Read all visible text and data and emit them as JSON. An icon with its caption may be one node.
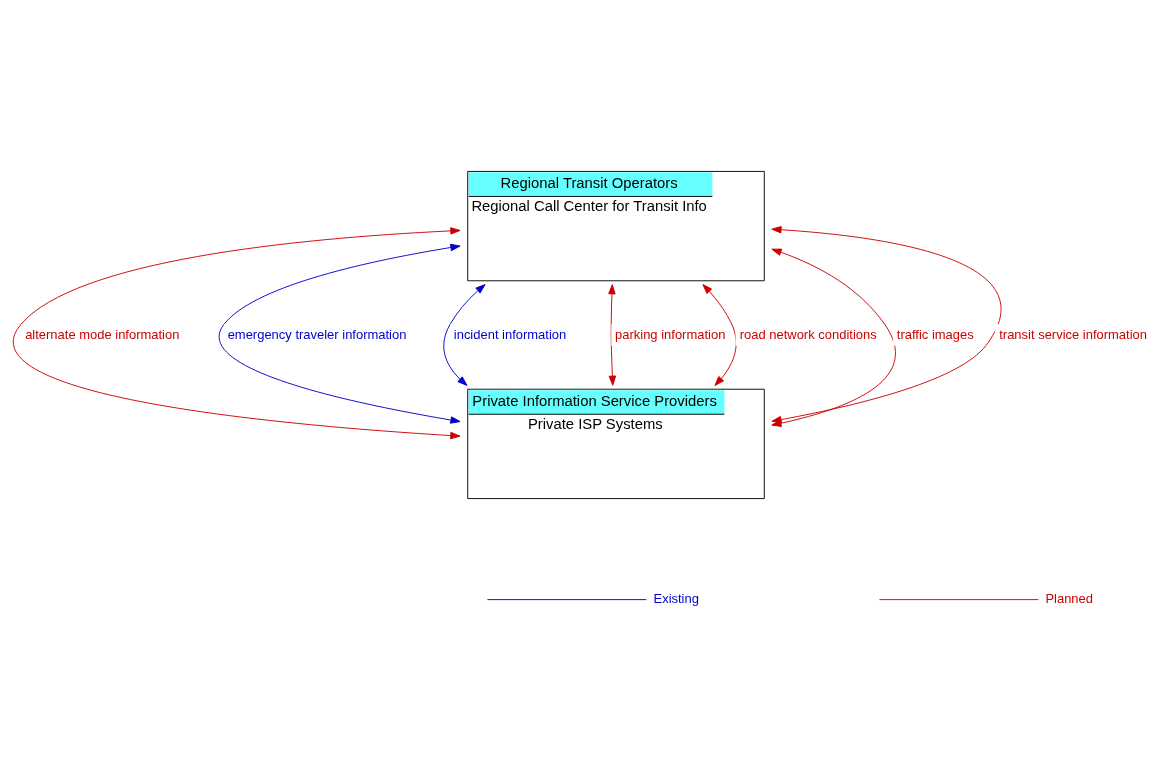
{
  "diagram": {
    "nodes": [
      {
        "text": [
          "Regional Transit Operators",
          "Regional Call Center for Transit Info"
        ]
      },
      {
        "text": [
          "Private Information Service Providers",
          "Private ISP Systems"
        ]
      }
    ],
    "edges": [
      {
        "from": 0,
        "to": 1,
        "arrow": "both",
        "label": "alternate mode information"
      },
      {
        "from": 0,
        "to": 1,
        "arrow": "both",
        "label": "emergency traveler information",
        "color": "#0000cc"
      },
      {
        "from": 0,
        "to": 1,
        "arrow": "both",
        "label": "incident information",
        "color": "#0000cc"
      },
      {
        "from": 0,
        "to": 1,
        "arrow": "both",
        "label": "parking information"
      },
      {
        "from": 0,
        "to": 1,
        "arrow": "both",
        "label": "road network conditions"
      },
      {
        "from": 0,
        "to": 1,
        "arrow": "both",
        "label": "traffic images"
      },
      {
        "from": 0,
        "to": 1,
        "arrow": "both",
        "label": "transit service information"
      }
    ],
    "legend": [
      {
        "text": "Existing"
      },
      {
        "text": "Planned"
      }
    ]
  }
}
